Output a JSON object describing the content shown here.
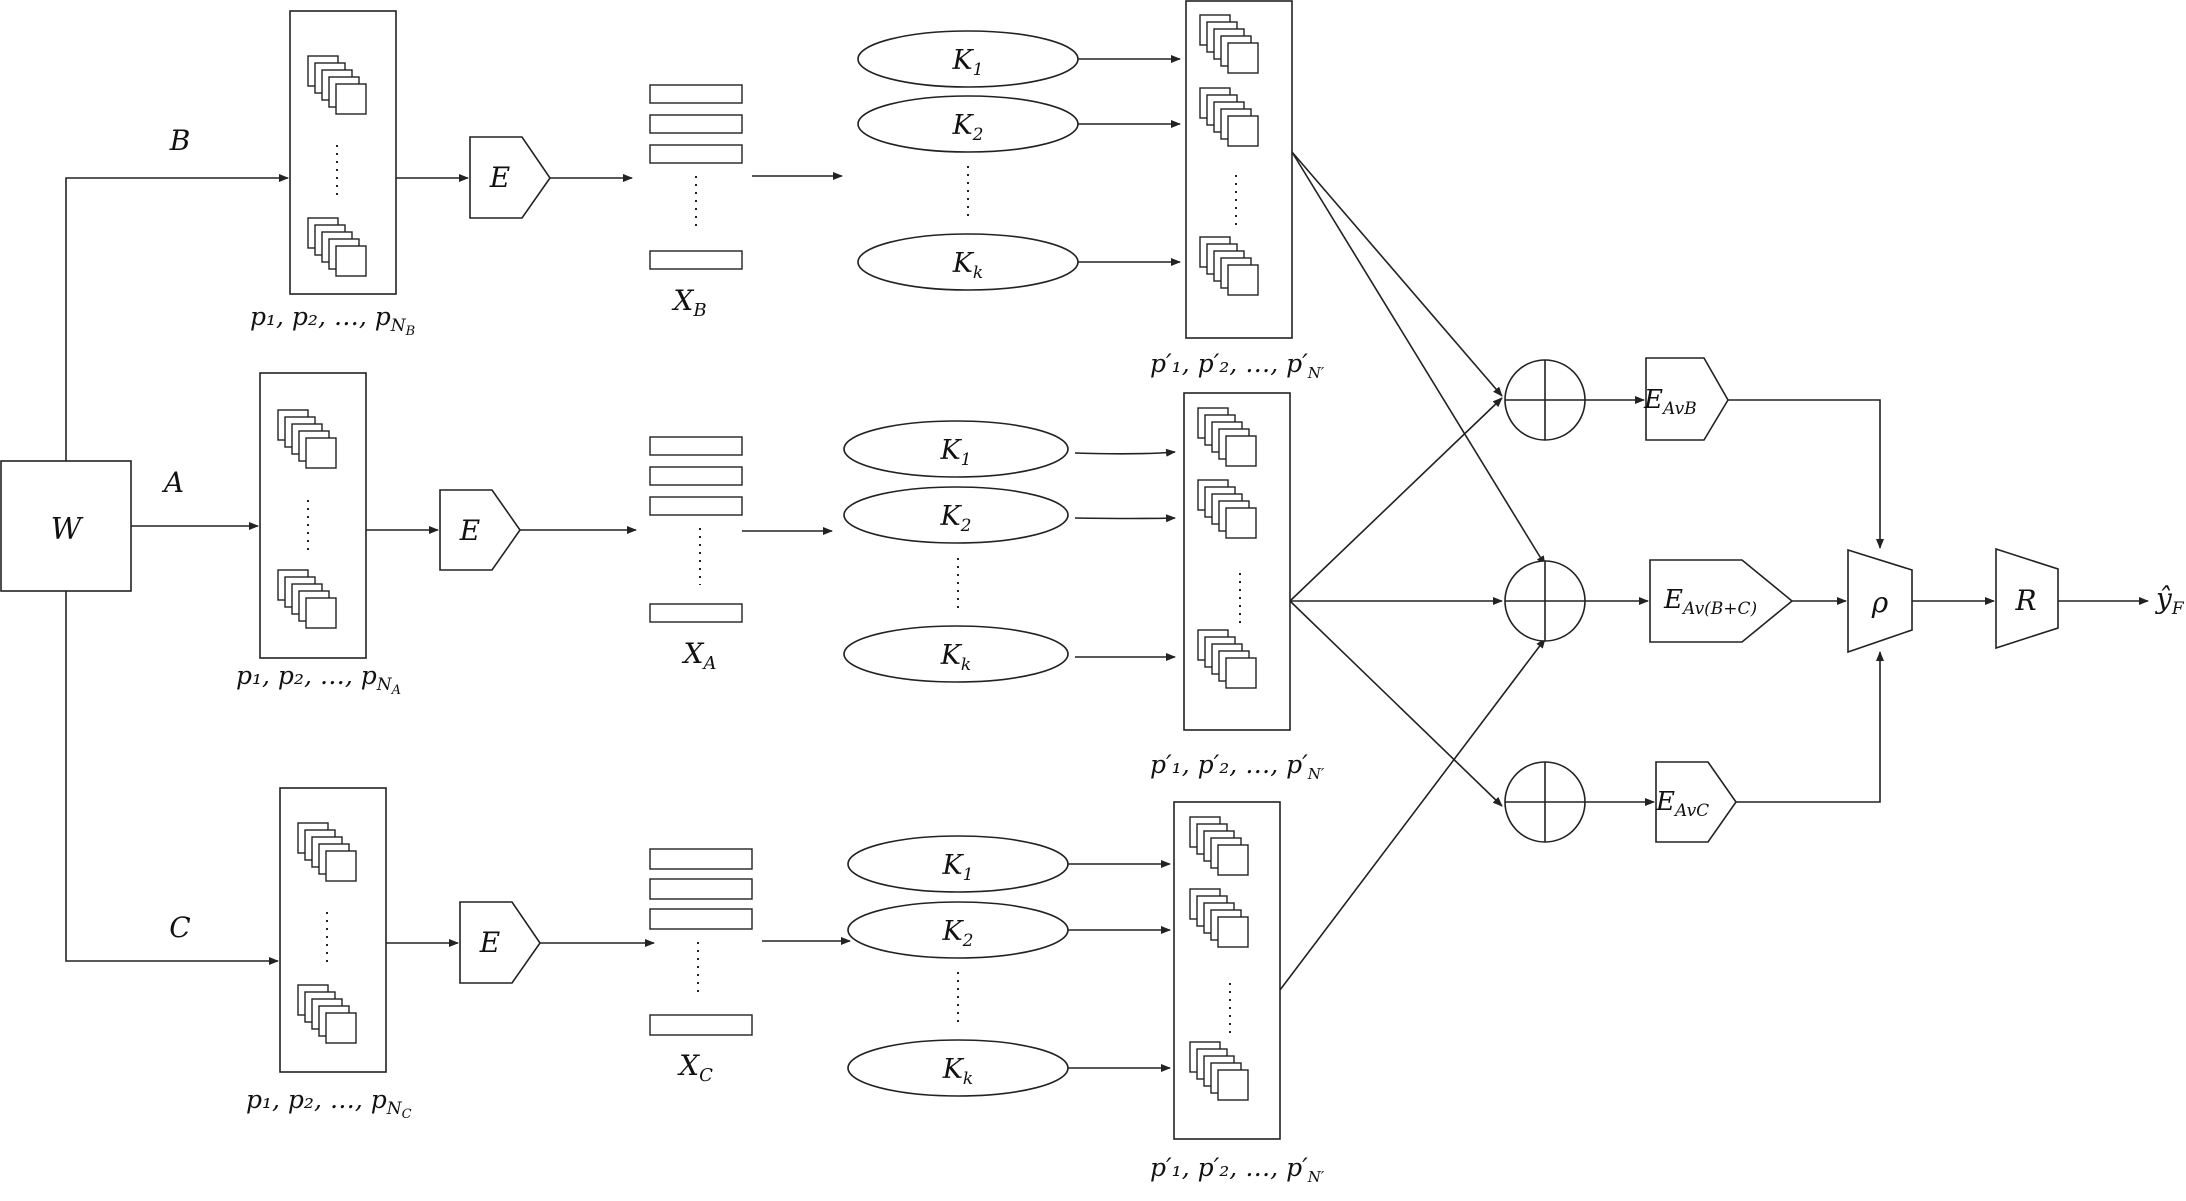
{
  "input": {
    "label": "W"
  },
  "branches": [
    {
      "id": "B",
      "label": "B",
      "patch_label": "p₁, p₂, …, p",
      "patch_sub": "N",
      "patch_subsub": "B",
      "encoder": "E",
      "feature_label": "X",
      "feature_sub": "B",
      "kernels": [
        "K",
        "K",
        "K"
      ],
      "kernel_subs": [
        "1",
        "2",
        "k"
      ],
      "out_label": "p′₁, p′₂, …, p′",
      "out_sub": "N′"
    },
    {
      "id": "A",
      "label": "A",
      "patch_label": "p₁, p₂, …, p",
      "patch_sub": "N",
      "patch_subsub": "A",
      "encoder": "E",
      "feature_label": "X",
      "feature_sub": "A",
      "kernels": [
        "K",
        "K",
        "K"
      ],
      "kernel_subs": [
        "1",
        "2",
        "k"
      ],
      "out_label": "p′₁, p′₂, …, p′",
      "out_sub": "N′"
    },
    {
      "id": "C",
      "label": "C",
      "patch_label": "p₁, p₂, …, p",
      "patch_sub": "N",
      "patch_subsub": "C",
      "encoder": "E",
      "feature_label": "X",
      "feature_sub": "C",
      "kernels": [
        "K",
        "K",
        "K"
      ],
      "kernel_subs": [
        "1",
        "2",
        "k"
      ],
      "out_label": "p′₁, p′₂, …, p′",
      "out_sub": "N′"
    }
  ],
  "fusion_encoders": [
    {
      "main": "E",
      "sub": "AvB"
    },
    {
      "main": "E",
      "sub": "Av(B+C)"
    },
    {
      "main": "E",
      "sub": "AvC"
    }
  ],
  "rho": {
    "label": "ρ"
  },
  "regressor": {
    "label": "R"
  },
  "output": {
    "label": "ŷ",
    "sub": "F"
  }
}
